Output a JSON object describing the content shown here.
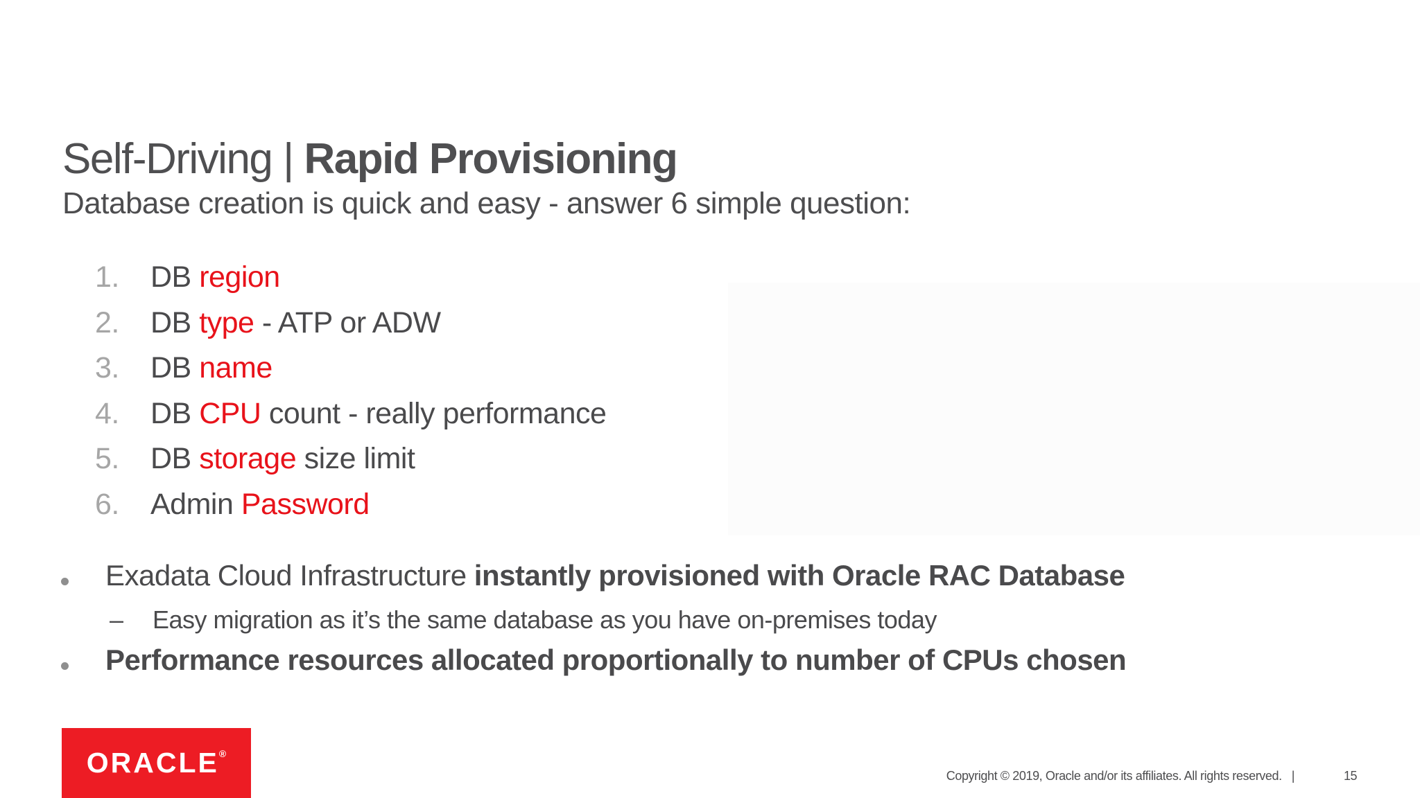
{
  "slide": {
    "title": {
      "light": "Self-Driving | ",
      "bold": "Rapid Provisioning"
    },
    "subtitle": "Database creation is quick and easy - answer 6 simple question:",
    "questions": [
      {
        "num": "1.",
        "pre": "DB ",
        "keyword": "region",
        "post": ""
      },
      {
        "num": "2.",
        "pre": "DB ",
        "keyword": "type",
        "post": " - ATP or ADW"
      },
      {
        "num": "3.",
        "pre": "DB ",
        "keyword": "name",
        "post": ""
      },
      {
        "num": "4.",
        "pre": "DB ",
        "keyword": "CPU",
        "post": " count - really performance"
      },
      {
        "num": "5.",
        "pre": "DB ",
        "keyword": "storage",
        "post": " size limit"
      },
      {
        "num": "6.",
        "pre": "Admin ",
        "keyword": "Password",
        "post": ""
      }
    ],
    "bullets": {
      "first": {
        "normal": "Exadata Cloud Infrastructure ",
        "bold": "instantly provisioned with Oracle RAC Database"
      },
      "sub": {
        "marker": "–",
        "text": "Easy migration as it’s the same database as you have on-premises today"
      },
      "second": {
        "bold": "Performance resources allocated proportionally to number of CPUs chosen"
      }
    },
    "logo": {
      "wordmark": "ORACLE",
      "registered": "®"
    },
    "footer": {
      "copyright": "Copyright © 2019, Oracle and/or its affiliates. All rights reserved.",
      "separator": "|",
      "page_number": "15"
    }
  },
  "colors": {
    "accent_red": "#e8121a",
    "logo_red": "#ed1c24",
    "text_dark": "#4a4a4c",
    "number_gray": "#a6a6a6",
    "marker_gray": "#8f8f8f"
  }
}
